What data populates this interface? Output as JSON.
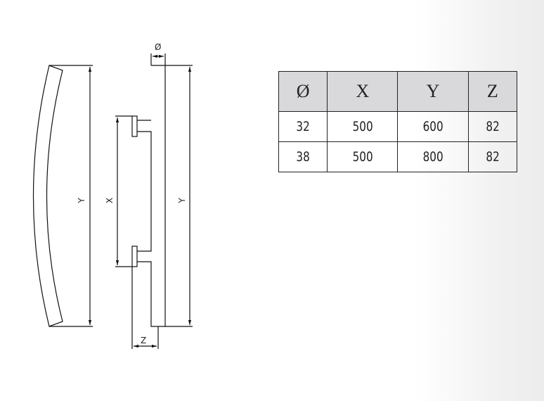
{
  "drawing": {
    "labels": {
      "diameter": "Ø",
      "x": "X",
      "y_left": "Y",
      "y_right": "Y",
      "z": "Z"
    }
  },
  "table": {
    "headers": [
      "Ø",
      "X",
      "Y",
      "Z"
    ],
    "rows": [
      [
        "32",
        "500",
        "600",
        "82"
      ],
      [
        "38",
        "500",
        "800",
        "82"
      ]
    ]
  }
}
